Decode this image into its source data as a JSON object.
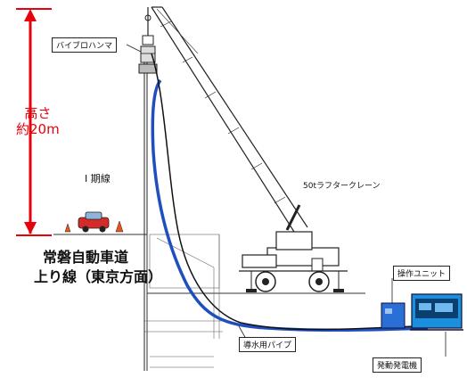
{
  "height_label": {
    "line1": "高さ",
    "line2": "約20m",
    "color": "#e8000b"
  },
  "labels": {
    "vibro_hammer": "バイブロハンマ",
    "phase1_line": "I 期線",
    "crane": "50tラフタークレーン",
    "highway_line1": "常磐自動車道",
    "highway_line2": "上り線（東京方面）",
    "control_unit": "操作ユニット",
    "water_pipe": "導水用パイプ",
    "generator": "発動発電機"
  },
  "colors": {
    "hose_blue": "#1f4fbf",
    "cable_black": "#111111",
    "unit_blue": "#2a6fd6",
    "generator_blue": "#1a8fe0",
    "car_red": "#d42a2a",
    "cone_orange": "#e8551b"
  }
}
